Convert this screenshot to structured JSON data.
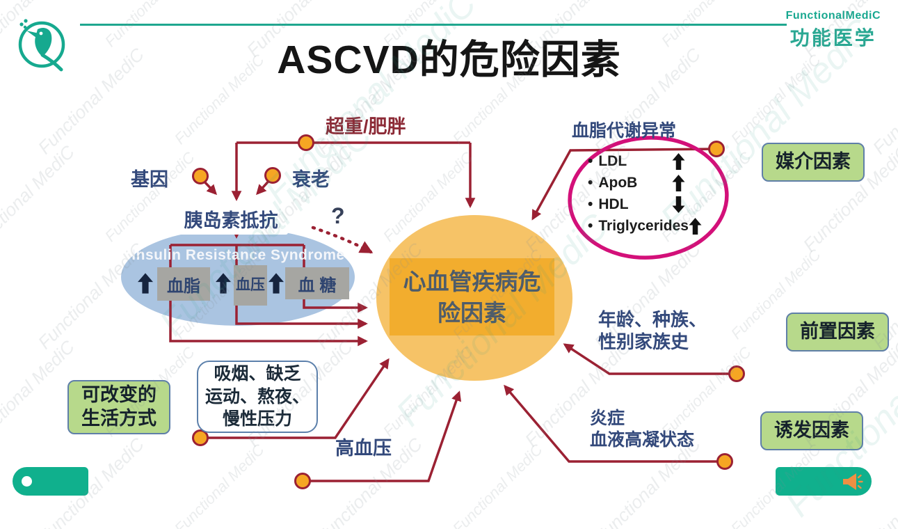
{
  "header": {
    "title": "ASCVD的危险因素",
    "brand_en": "FunctionalMediC",
    "brand_cn": "功能医学"
  },
  "watermark_text": "Functional MediC",
  "diagram": {
    "center": {
      "line1": "心血管疾病危",
      "line2": "险因素"
    },
    "insulin": {
      "label": "胰岛素抵抗",
      "syndrome": "Insulin Resistance Syndrome",
      "boxes": [
        "血脂",
        "血压",
        "血 糖"
      ]
    },
    "factors": {
      "overweight": "超重/肥胖",
      "gene": "基因",
      "aging": "衰老",
      "question_mark": "?",
      "lipid_title": "血脂代谢异常",
      "lipid_items": [
        {
          "name": "LDL",
          "dir": "up"
        },
        {
          "name": "ApoB",
          "dir": "up"
        },
        {
          "name": "HDL",
          "dir": "down"
        },
        {
          "name": "Triglycerides",
          "dir": "up"
        }
      ],
      "age_race_line1": "年龄、种族、",
      "age_race_line2": "性别家族史",
      "inflammation_line1": "炎症",
      "inflammation_line2": "血液高凝状态",
      "hypertension": "高血压",
      "smoking_line1": "吸烟、缺乏",
      "smoking_line2": "运动、熬夜、",
      "smoking_line3": "慢性压力"
    },
    "side_labels": {
      "mediator": "媒介因素",
      "predisposing": "前置因素",
      "triggering": "诱发因素",
      "lifestyle_line1": "可改变的",
      "lifestyle_line2": "生活方式"
    }
  },
  "colors": {
    "brand_teal": "#16a98f",
    "arrow_red": "#9b2133",
    "node_orange": "#f6a623",
    "navy_text": "#33497b",
    "maroon_text": "#8c2a36",
    "magenta_ring": "#d31079",
    "blue_ellipse": "#aac4e1",
    "center_ellipse": "#f6c367",
    "center_inner": "#f2ad2e",
    "green_box": "#b7d98b",
    "player_bar": "#10b08d"
  }
}
